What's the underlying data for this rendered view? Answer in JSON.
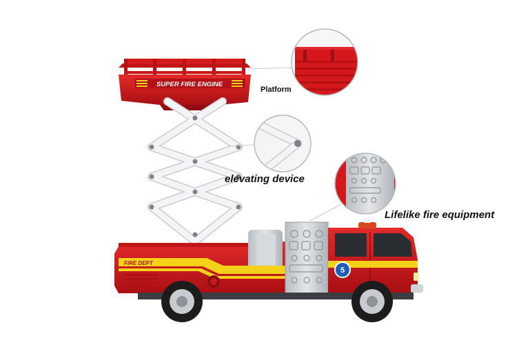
{
  "labels": {
    "platform": "Platform",
    "elevating_device": "elevating device",
    "lifelike_equipment": "Lifelike fire equipment"
  },
  "toy_markings": {
    "platform_banner": "SUPER FIRE ENGINE",
    "side_stripe": "FIRE DEPT",
    "cab_badge_number": "5"
  },
  "colors": {
    "body_red": "#d3171c",
    "dark_red": "#9e0e12",
    "stripe_yellow": "#f4d21a",
    "scissor_white": "#eef0f2",
    "equipment_grey": "#c9cdd2",
    "tire_black": "#1c1c1c"
  }
}
